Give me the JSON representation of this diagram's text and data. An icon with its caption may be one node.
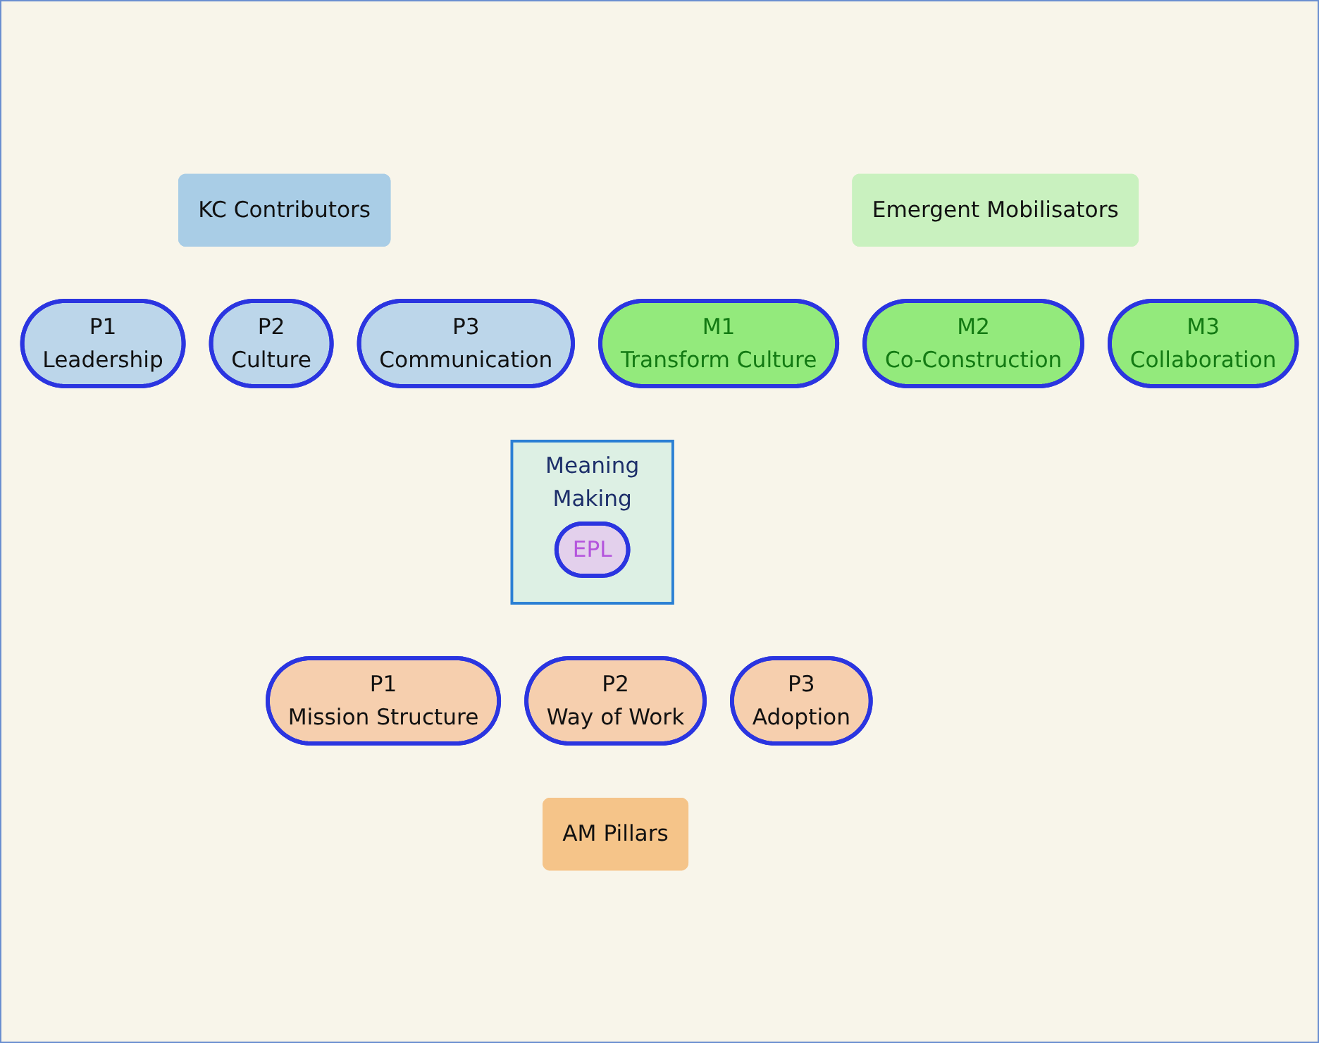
{
  "diagram": {
    "nodes": [
      {
        "text": [
          "KC Contributors"
        ]
      },
      {
        "text": [
          "P1",
          "Leadership"
        ]
      },
      {
        "text": [
          "P2",
          "Culture"
        ]
      },
      {
        "text": [
          "P3",
          "Communication"
        ]
      },
      {
        "text": [
          "Emergent Mobilisators"
        ]
      },
      {
        "text": [
          "M1",
          "Transform Culture"
        ]
      },
      {
        "text": [
          "M2",
          "Co-Construction"
        ]
      },
      {
        "text": [
          "M3",
          "Collaboration"
        ]
      },
      {
        "text": [
          "Meaning",
          "Making"
        ]
      },
      {
        "text": [
          "EPL"
        ],
        "in": 8
      },
      {
        "text": [
          "P1",
          "Mission Structure"
        ]
      },
      {
        "text": [
          "P2",
          "Way of Work"
        ]
      },
      {
        "text": [
          "P3",
          "Adoption"
        ]
      },
      {
        "text": [
          "AM Pillars"
        ]
      }
    ]
  }
}
